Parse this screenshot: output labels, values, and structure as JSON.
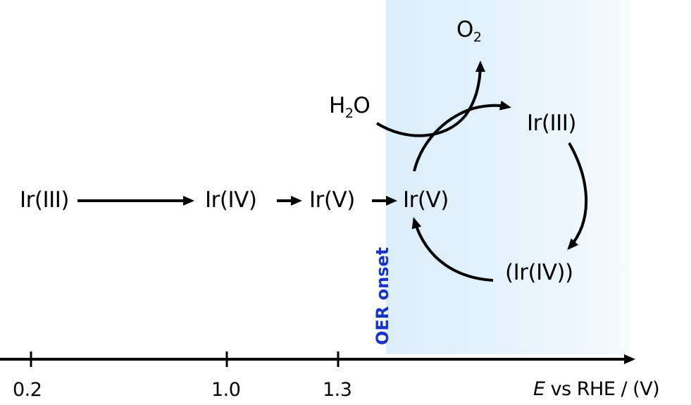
{
  "diagram": {
    "region_label": "OER onset",
    "region_color": "#1435c8",
    "region_fill": "#dceefa",
    "linear_path": [
      {
        "label": "Ir(III)"
      },
      {
        "label": "Ir(IV)"
      },
      {
        "label": "Ir(V)"
      },
      {
        "label": "Ir(V)"
      }
    ],
    "cycle": {
      "nodes": [
        "Ir(V)",
        "Ir(III)",
        "(Ir(IV))"
      ],
      "reactant": {
        "base": "H",
        "sub": "2",
        "tail": "O"
      },
      "product": {
        "base": "O",
        "sub": "2"
      }
    },
    "axis": {
      "ticks": [
        "0.2",
        "1.0",
        "1.3"
      ],
      "title_italic": "E",
      "title_rest": " vs RHE / (V)"
    }
  }
}
